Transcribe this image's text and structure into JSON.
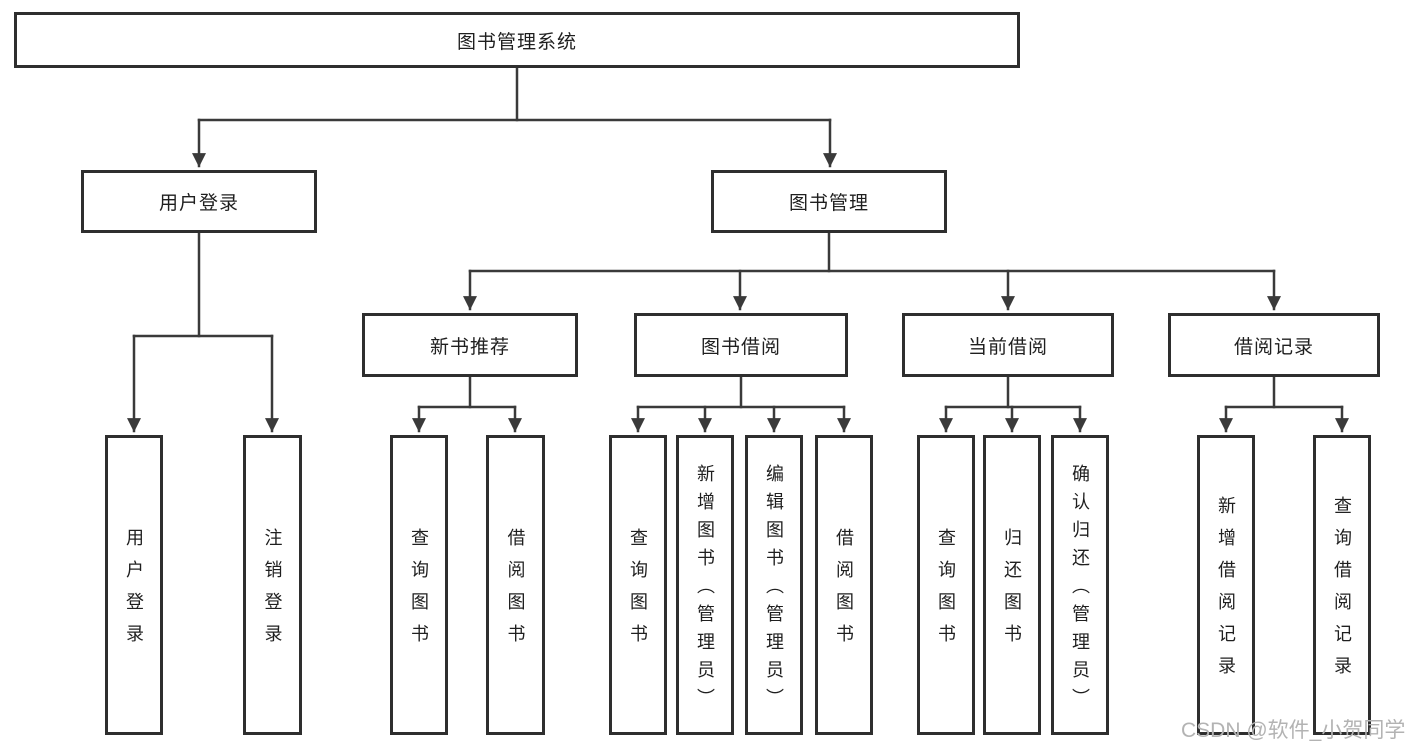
{
  "colors": {
    "line": "#3a3a3a",
    "border": "#2e2e2e",
    "text": "#1f1f1f",
    "watermark": "#b3b3b3"
  },
  "tree": {
    "root": "图书管理系统",
    "branches": [
      {
        "label": "用户登录",
        "children": [
          "用户登录",
          "注销登录"
        ]
      },
      {
        "label": "图书管理",
        "groups": [
          {
            "label": "新书推荐",
            "children": [
              "查询图书",
              "借阅图书"
            ]
          },
          {
            "label": "图书借阅",
            "children": [
              "查询图书",
              "新增图书（管理员）",
              "编辑图书（管理员）",
              "借阅图书"
            ]
          },
          {
            "label": "当前借阅",
            "children": [
              "查询图书",
              "归还图书",
              "确认归还（管理员）"
            ]
          },
          {
            "label": "借阅记录",
            "children": [
              "新增借阅记录",
              "查询借阅记录"
            ]
          }
        ]
      }
    ]
  },
  "watermark": {
    "text": "CSDN @软件_小贺同学"
  }
}
